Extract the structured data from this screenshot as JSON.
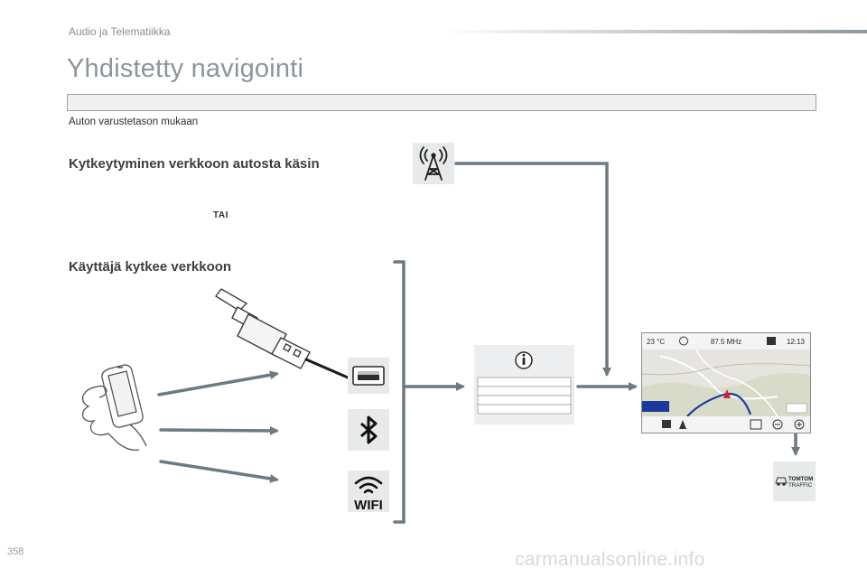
{
  "header": {
    "section_title": "Audio ja Telematiikka"
  },
  "page": {
    "title": "Yhdistetty navigointi",
    "subtitle": "Auton varustetason mukaan",
    "heading_auto": "Kytkeytyminen verkkoon autosta käsin",
    "or_text": "TAI",
    "heading_user": "Käyttäjä kytkee verkkoon",
    "page_number": "358",
    "watermark": "carmanualsonline.info"
  },
  "touchscreen": {
    "temperature": "23 °C",
    "radio_frequency": "87.5 MHz",
    "clock": "12:13"
  },
  "traffic_badge": {
    "line1": "TOMTOM",
    "line2": "TRAFFIC"
  },
  "wifi_label": "WIFI",
  "icons": {
    "antenna": "cell-tower-icon",
    "usb_cable": "usb-cable-icon",
    "usb_port": "usb-port-icon",
    "bluetooth": "bluetooth-icon",
    "wifi": "wifi-icon",
    "smartphone": "smartphone-in-hand-icon",
    "info": "info-icon"
  },
  "colors": {
    "arrow": "#6c7a82",
    "title": "#8c959b",
    "tile": "#e7e9ea"
  }
}
